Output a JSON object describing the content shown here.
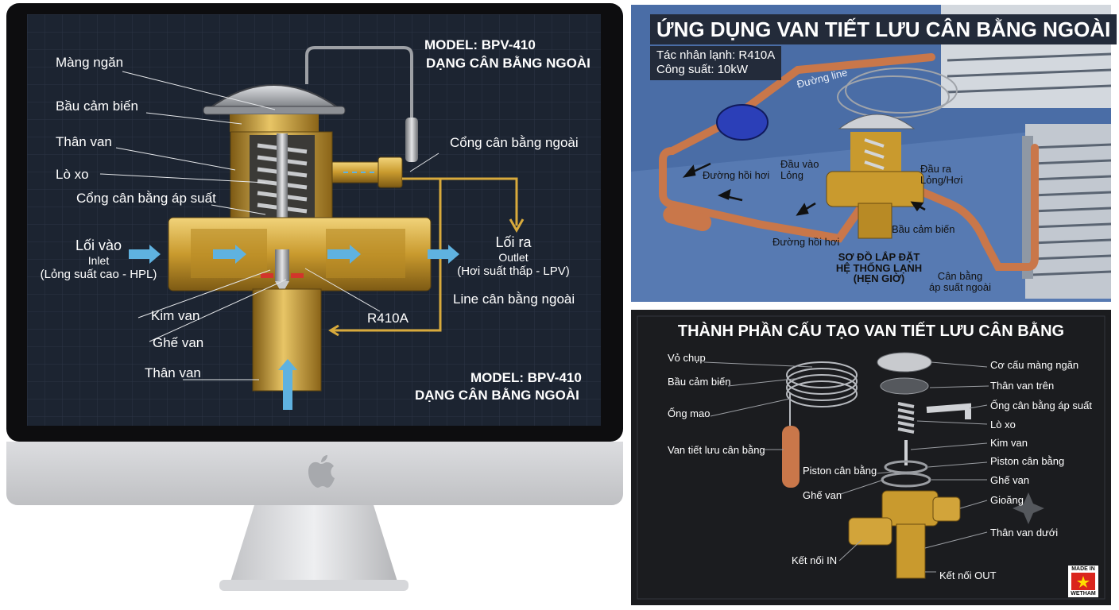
{
  "monitor": {
    "model_top": "MODEL: BPV-410",
    "subtitle_top": "DẠNG CÂN BẰNG NGOÀI",
    "model_bottom": "MODEL: BPV-410",
    "subtitle_bottom": "DẠNG CÂN BẰNG NGOÀI",
    "labels": {
      "diaphragm": "Màng ngăn",
      "sensor_bulb": "Bầu cảm biến",
      "valve_body_top": "Thân van",
      "spring": "Lò xo",
      "pressure_port": "Cổng cân bằng áp suất",
      "external_port": "Cổng cân bằng ngoài",
      "inlet_title": "Lối vào",
      "inlet_en": "Inlet",
      "inlet_desc": "(Lỏng suất cao - HPL)",
      "outlet_title": "Lối ra",
      "outlet_en": "Outlet",
      "outlet_desc": "(Hơi suất thấp - LPV)",
      "external_line": "Line cân bằng ngoài",
      "needle": "Kim van",
      "seat": "Ghế van",
      "valve_body_bottom": "Thân van",
      "refrigerant": "R410A"
    }
  },
  "install": {
    "title": "ỨNG DỤNG VAN TIẾT LƯU CÂN BẰNG NGOÀI",
    "refrigerant": "Tác nhân lạnh: R410A",
    "capacity": "Công suất: 10kW",
    "labels": {
      "line": "Đường line",
      "return_left": "Đường hồi hơi",
      "inlet": "Đầu vào\nLỏng",
      "outlet": "Đầu ra\nLỏng/Hơi",
      "return_bottom": "Đường hồi hơi",
      "bulb": "Bầu cảm biến",
      "diagram": "SƠ ĐỒ LẮP ĐẶT\nHỆ THỐNG LẠNH\n(HẸN GIỜ)",
      "balance": "Cân bằng\náp suất ngoài"
    }
  },
  "parts": {
    "title": "THÀNH PHẦN CẤU TẠO VAN TIẾT LƯU CÂN BẰNG",
    "left": [
      "Vỏ chụp",
      "Bầu cảm biến",
      "Ống mao",
      "Van tiết lưu cân bằng",
      "Piston cân bằng",
      "Ghế van",
      "Kết nối IN"
    ],
    "right": [
      "Cơ cấu màng ngăn",
      "Thân van trên",
      "Ống cân bằng áp suất",
      "Lò xo",
      "Kim van",
      "Piston cân bằng",
      "Ghế van",
      "Gioăng",
      "Thân van dưới",
      "Kết nối OUT"
    ],
    "badge_top": "MADE IN",
    "badge_bottom": "WETHAM"
  },
  "colors": {
    "brass": "#c99a2e",
    "screen_bg": "#1c2431",
    "arrow_blue": "#5fb2e0",
    "copper": "#c9774a",
    "install_bg": "#3e5f95"
  }
}
